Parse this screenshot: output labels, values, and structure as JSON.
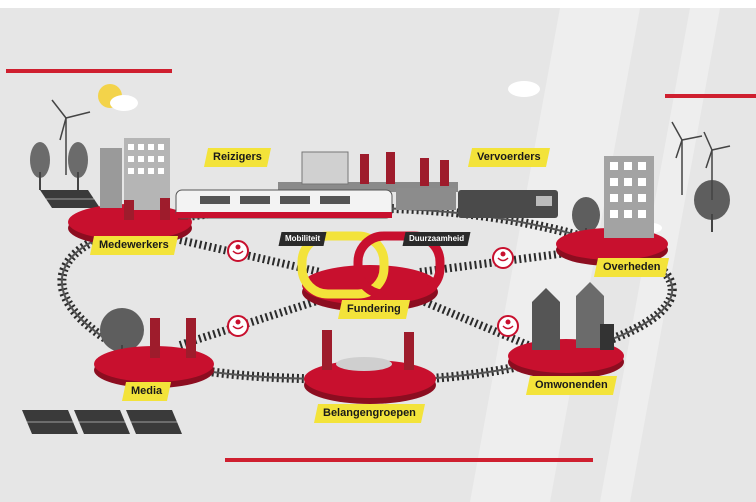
{
  "labels": {
    "reizigers": "Reizigers",
    "vervoerders": "Vervoerders",
    "medewerkers": "Medewerkers",
    "overheden": "Overheden",
    "fundering": "Fundering",
    "media": "Media",
    "omwonenden": "Omwonenden",
    "belangengroepen": "Belangengroepen"
  },
  "tags": {
    "mobiliteit": "Mobiliteit",
    "duurzaamheid": "Duurzaamheid"
  },
  "colors": {
    "background": "#e6e6e6",
    "platform_red": "#c8102e",
    "accent_red": "#cf1f2f",
    "label_yellow": "#f3e33a",
    "ring_yellow": "#f3e33a",
    "track_dark": "#2b2b2b"
  },
  "icons": [
    "hand-heart-icon",
    "hand-heart-icon",
    "hand-heart-icon",
    "hand-heart-icon"
  ]
}
